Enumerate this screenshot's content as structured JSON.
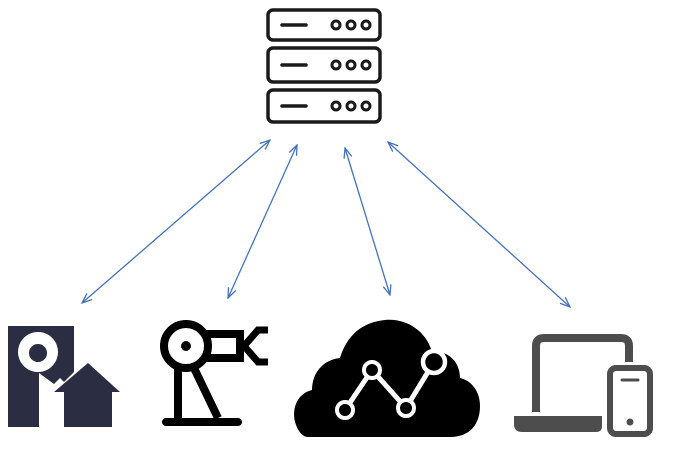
{
  "diagram": {
    "hub": {
      "icon": "server-rack-icon",
      "units": 3
    },
    "nodes": [
      {
        "icon": "smart-home-icon",
        "color": "#2b2d42"
      },
      {
        "icon": "robotic-arm-icon",
        "color": "#000000"
      },
      {
        "icon": "cloud-analytics-icon",
        "color": "#000000"
      },
      {
        "icon": "laptop-and-phone-icon",
        "color": "#4d4d4d"
      }
    ],
    "connections": [
      {
        "from": "server-rack-icon",
        "to": "smart-home-icon",
        "direction": "bidirectional"
      },
      {
        "from": "server-rack-icon",
        "to": "robotic-arm-icon",
        "direction": "bidirectional"
      },
      {
        "from": "server-rack-icon",
        "to": "cloud-analytics-icon",
        "direction": "bidirectional"
      },
      {
        "from": "server-rack-icon",
        "to": "laptop-and-phone-icon",
        "direction": "bidirectional"
      }
    ],
    "colors": {
      "arrow": "#4472c4",
      "server": "#1a1a1a",
      "background": "#ffffff"
    }
  }
}
